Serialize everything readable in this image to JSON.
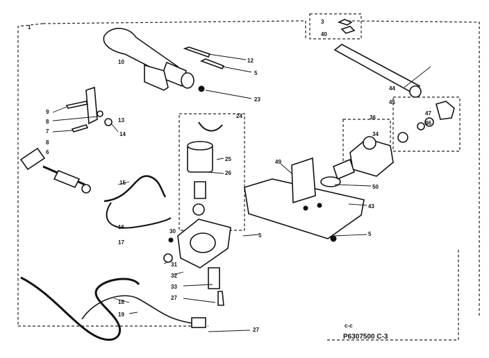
{
  "diagram": {
    "reference": "P6307500 C-3",
    "small_code": "c-c",
    "parts": [
      {
        "id": "p1",
        "label": "1"
      },
      {
        "id": "p3",
        "label": "3"
      },
      {
        "id": "p40",
        "label": "40"
      },
      {
        "id": "p10",
        "label": "10"
      },
      {
        "id": "p12",
        "label": "12"
      },
      {
        "id": "p5a",
        "label": "5"
      },
      {
        "id": "p23",
        "label": "23"
      },
      {
        "id": "p44",
        "label": "44"
      },
      {
        "id": "p45",
        "label": "45"
      },
      {
        "id": "p9",
        "label": "9"
      },
      {
        "id": "p8a",
        "label": "8"
      },
      {
        "id": "p13",
        "label": "13"
      },
      {
        "id": "p7",
        "label": "7"
      },
      {
        "id": "p14",
        "label": "14"
      },
      {
        "id": "p24",
        "label": "24"
      },
      {
        "id": "p36",
        "label": "36"
      },
      {
        "id": "p47",
        "label": "47"
      },
      {
        "id": "p46",
        "label": "46"
      },
      {
        "id": "p34",
        "label": "34"
      },
      {
        "id": "p8b",
        "label": "8"
      },
      {
        "id": "p6",
        "label": "6"
      },
      {
        "id": "p25",
        "label": "25"
      },
      {
        "id": "p26",
        "label": "26"
      },
      {
        "id": "p49",
        "label": "49"
      },
      {
        "id": "p15",
        "label": "15"
      },
      {
        "id": "p50",
        "label": "50"
      },
      {
        "id": "p43",
        "label": "43"
      },
      {
        "id": "p16",
        "label": "16"
      },
      {
        "id": "p17",
        "label": "17"
      },
      {
        "id": "p30",
        "label": "30"
      },
      {
        "id": "p5b",
        "label": "5"
      },
      {
        "id": "p5c",
        "label": "5"
      },
      {
        "id": "p31",
        "label": "31"
      },
      {
        "id": "p32",
        "label": "32"
      },
      {
        "id": "p33",
        "label": "33"
      },
      {
        "id": "p27a",
        "label": "27"
      },
      {
        "id": "p18",
        "label": "18"
      },
      {
        "id": "p19",
        "label": "19"
      },
      {
        "id": "p27b",
        "label": "27"
      }
    ]
  }
}
